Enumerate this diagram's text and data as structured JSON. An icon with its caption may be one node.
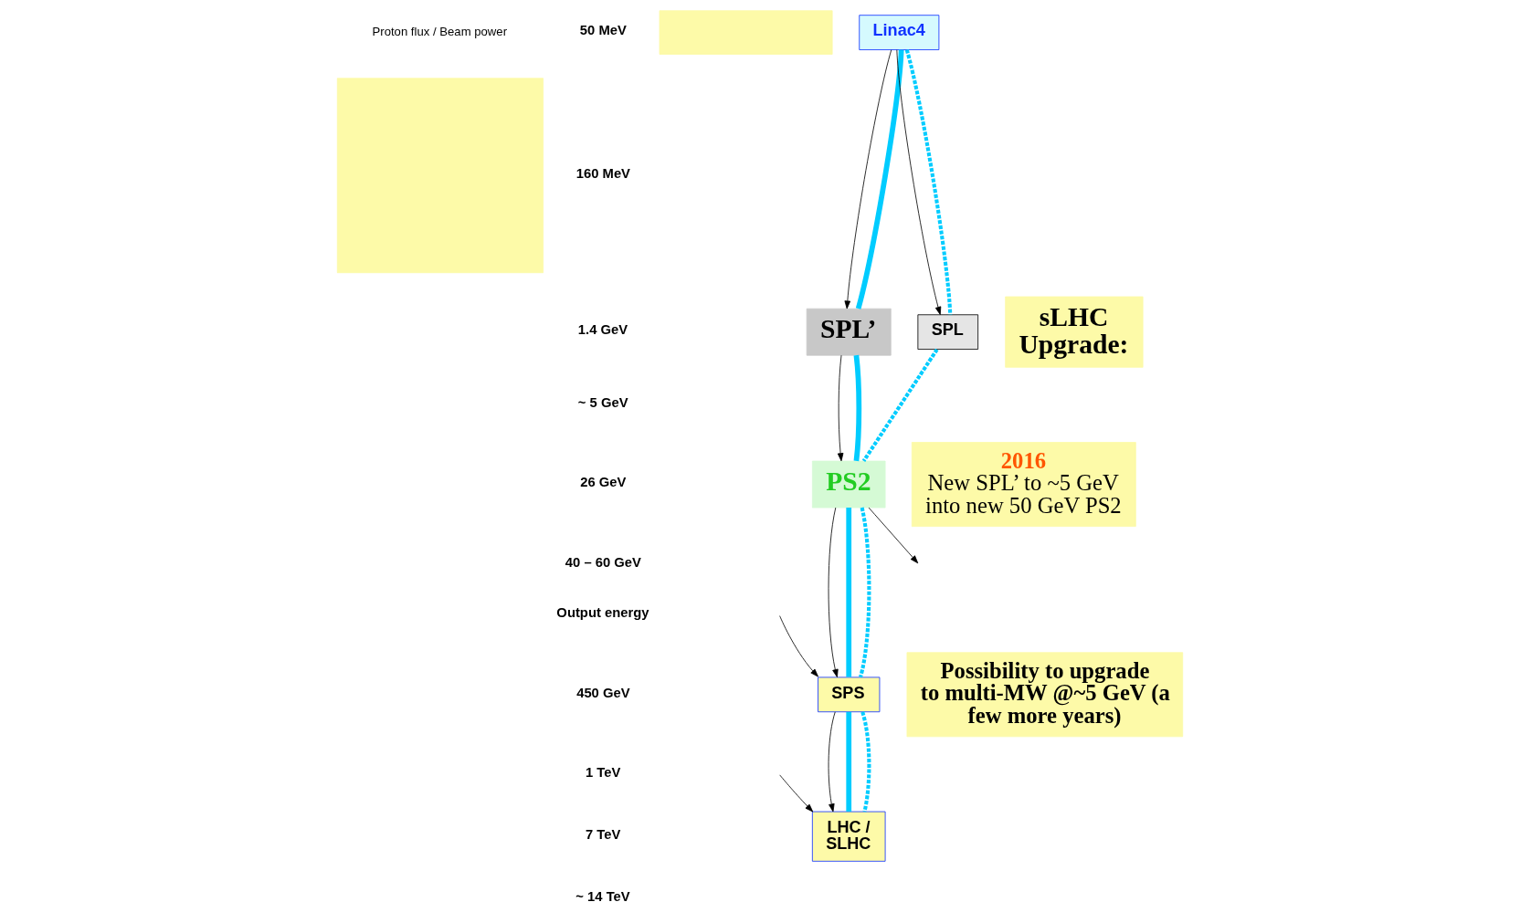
{
  "diagram": {
    "nodes": [
      {
        "text": [],
        "shape": "box"
      },
      {
        "text": [],
        "shape": "box"
      },
      {
        "text": [
          "Linac4"
        ]
      },
      {
        "text": [
          "SPL’"
        ]
      },
      {
        "text": [
          "SPL"
        ]
      },
      {
        "text": [
          "sLHC Upgrade:"
        ]
      },
      {
        "text": [
          "2016",
          "New SPL’ to ~5 GeV into new 50 GeV PS2"
        ]
      },
      {
        "text": [
          "PS2"
        ]
      },
      {
        "text": [
          "SPS"
        ]
      },
      {
        "text": [
          "Possibility to upgrade to multi-MW @~5 GeV (a few more years)"
        ]
      },
      {
        "text": [
          "LHC / SLHC"
        ]
      }
    ],
    "edges": [
      {
        "from": 2,
        "to": 3,
        "arrow": "to"
      },
      {
        "from": 2,
        "to": 4,
        "arrow": "to"
      },
      {
        "from": 3,
        "to": 7,
        "arrow": "to"
      },
      {
        "from": 7,
        "to": 8,
        "arrow": "to"
      },
      {
        "from": null,
        "to": 8,
        "arrow": "to"
      },
      {
        "from": 7,
        "to": null,
        "arrow": "to"
      },
      {
        "from": 8,
        "to": 10,
        "arrow": "to"
      },
      {
        "from": null,
        "to": 10,
        "arrow": "to"
      },
      {
        "from": 2,
        "to": 3,
        "arrow": "none",
        "style": "thick",
        "color": "#00ccff"
      },
      {
        "from": 3,
        "to": 7,
        "arrow": "none",
        "style": "thick",
        "color": "#00ccff"
      },
      {
        "from": 7,
        "to": 8,
        "arrow": "none",
        "style": "thick",
        "color": "#00ccff"
      },
      {
        "from": 8,
        "to": 10,
        "arrow": "none",
        "style": "thick",
        "color": "#00ccff"
      },
      {
        "from": 2,
        "to": 4,
        "arrow": "none",
        "style": "dashed",
        "color": "#00ccff"
      },
      {
        "from": 4,
        "to": 7,
        "arrow": "none",
        "style": "dashed",
        "color": "#00ccff"
      },
      {
        "from": 7,
        "to": 8,
        "arrow": "none",
        "style": "dashed",
        "color": "#00ccff"
      },
      {
        "from": 8,
        "to": 10,
        "arrow": "none",
        "style": "dashed",
        "color": "#00ccff"
      }
    ],
    "labels": [
      "Proton flux / Beam power",
      "50 MeV",
      "160 MeV",
      "1.4 GeV",
      "~ 5 GeV",
      "26 GeV",
      "40 – 60 GeV",
      "Output energy",
      "450 GeV",
      "1 TeV",
      "7 TeV",
      "~ 14 TeV"
    ]
  }
}
